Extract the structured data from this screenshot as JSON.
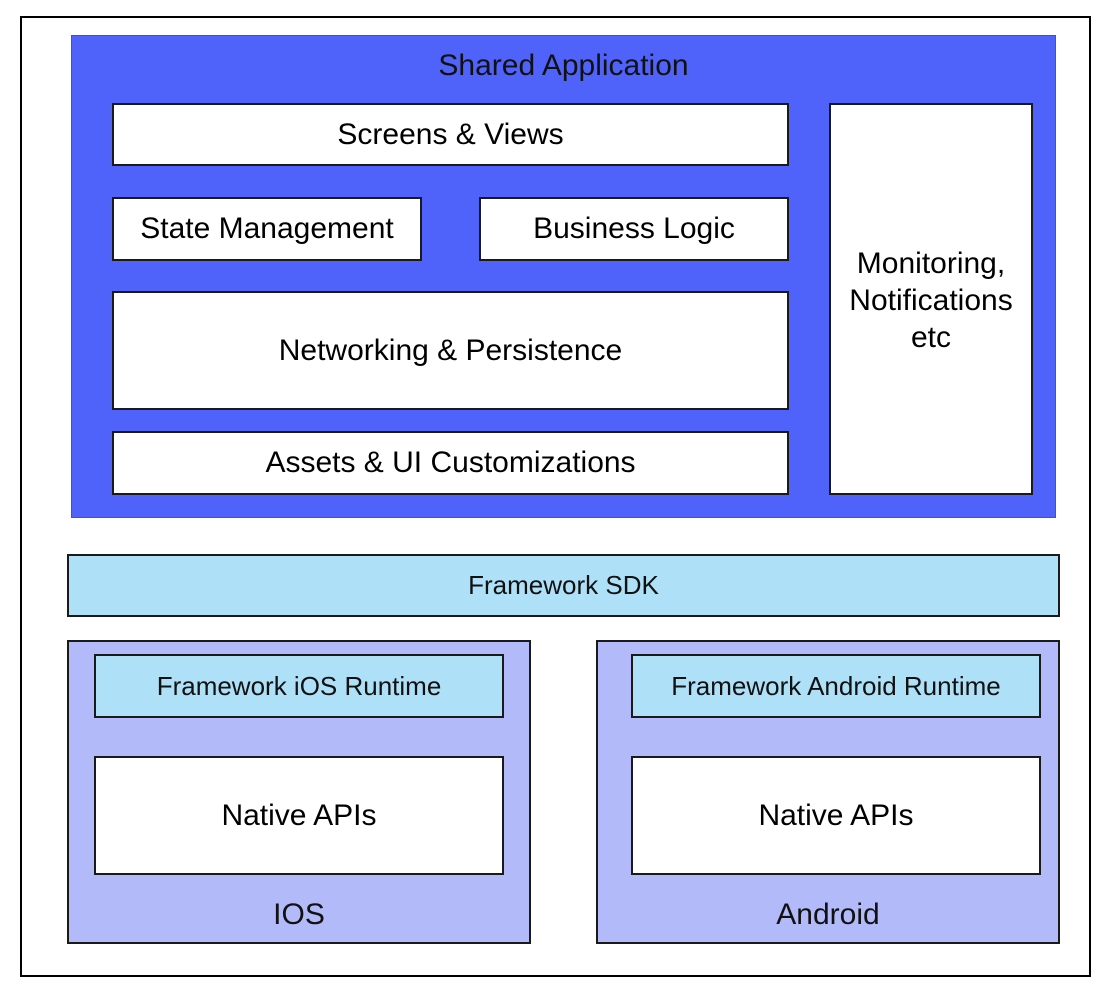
{
  "shared_application": {
    "title": "Shared Application",
    "screens_views": "Screens & Views",
    "state_management": "State Management",
    "business_logic": "Business Logic",
    "networking_persistence": "Networking & Persistence",
    "assets_ui": "Assets & UI Customizations",
    "monitoring": "Monitoring,\nNotifications\netc"
  },
  "framework_sdk": "Framework SDK",
  "ios": {
    "runtime": "Framework iOS Runtime",
    "native_apis": "Native APIs",
    "label": "IOS"
  },
  "android": {
    "runtime": "Framework Android Runtime",
    "native_apis": "Native APIs",
    "label": "Android"
  },
  "colors": {
    "shared_app_fill": "#4f63fa",
    "sdk_fill": "#aee0f8",
    "platform_fill": "#b3baf9",
    "box_fill": "#ffffff",
    "stroke": "#1a1a1a"
  }
}
